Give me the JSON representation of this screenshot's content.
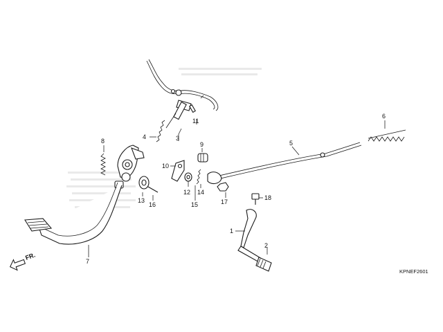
{
  "diagram": {
    "part_code": "KPNEF2601",
    "front_arrow_label": "FR.",
    "callouts": {
      "c1": "1",
      "c2": "2",
      "c3": "3",
      "c4": "4",
      "c5": "5",
      "c6": "6",
      "c7": "7",
      "c8": "8",
      "c9": "9",
      "c10": "10",
      "c11": "11",
      "c12": "12",
      "c13": "13",
      "c14": "14",
      "c15": "15",
      "c16": "16",
      "c17": "17",
      "c18": "18"
    }
  }
}
